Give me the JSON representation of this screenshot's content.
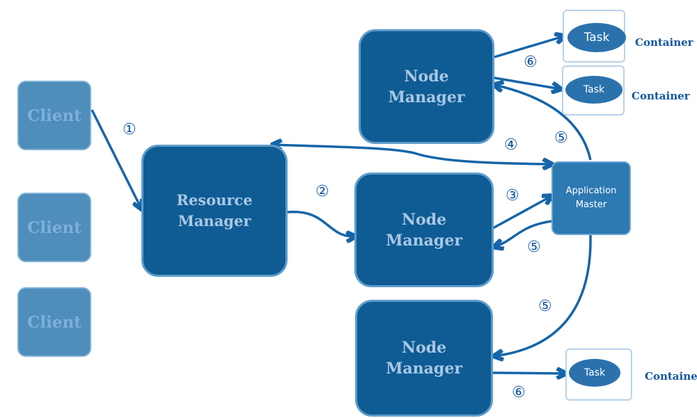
{
  "clients": [
    "Client",
    "Client",
    "Client"
  ],
  "resource_manager": {
    "line1": "Resource",
    "line2": "Manager"
  },
  "node_managers": [
    {
      "line1": "Node",
      "line2": "Manager"
    },
    {
      "line1": "Node",
      "line2": "Manager"
    },
    {
      "line1": "Node",
      "line2": "Manager"
    }
  ],
  "application_master": {
    "line1": "Application",
    "line2": "Master"
  },
  "containers": [
    {
      "task": "Task",
      "label": "Container"
    },
    {
      "task": "Task",
      "label": "Container"
    },
    {
      "task": "Task",
      "label": "Container"
    }
  ],
  "steps": {
    "s1": "①",
    "s2": "②",
    "s3": "③",
    "s4": "④",
    "s5a": "⑤",
    "s5b": "⑤",
    "s5c": "⑤",
    "s6a": "⑥",
    "s6b": "⑥"
  }
}
